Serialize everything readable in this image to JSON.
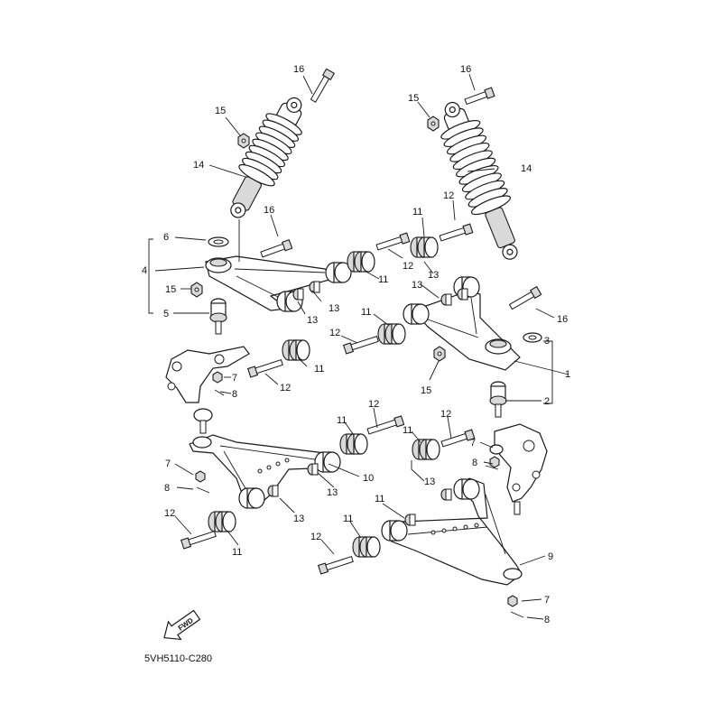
{
  "diagram_code": "5VH5110-C280",
  "fwd_label": "FWD",
  "callouts": [
    {
      "id": "c16a",
      "text": "16"
    },
    {
      "id": "c15a",
      "text": "15"
    },
    {
      "id": "c14a",
      "text": "14"
    },
    {
      "id": "c16b",
      "text": "16"
    },
    {
      "id": "c15b",
      "text": "15"
    },
    {
      "id": "c14b",
      "text": "14"
    },
    {
      "id": "c16c",
      "text": "16"
    },
    {
      "id": "c6",
      "text": "6"
    },
    {
      "id": "c4",
      "text": "4"
    },
    {
      "id": "c15c",
      "text": "15"
    },
    {
      "id": "c5",
      "text": "5"
    },
    {
      "id": "c11a",
      "text": "11"
    },
    {
      "id": "c12a",
      "text": "12"
    },
    {
      "id": "c12b",
      "text": "12"
    },
    {
      "id": "c11b",
      "text": "11"
    },
    {
      "id": "c13a",
      "text": "13"
    },
    {
      "id": "c13b",
      "text": "13"
    },
    {
      "id": "c13c",
      "text": "13"
    },
    {
      "id": "c11c",
      "text": "11"
    },
    {
      "id": "c13d",
      "text": "13"
    },
    {
      "id": "c16d",
      "text": "16"
    },
    {
      "id": "c11d",
      "text": "11"
    },
    {
      "id": "c12c",
      "text": "12"
    },
    {
      "id": "c3",
      "text": "3"
    },
    {
      "id": "c1",
      "text": "1"
    },
    {
      "id": "c11e",
      "text": "11"
    },
    {
      "id": "c12d",
      "text": "12"
    },
    {
      "id": "c7a",
      "text": "7"
    },
    {
      "id": "c8a",
      "text": "8"
    },
    {
      "id": "c15d",
      "text": "15"
    },
    {
      "id": "c2",
      "text": "2"
    },
    {
      "id": "c12e",
      "text": "12"
    },
    {
      "id": "c11f",
      "text": "11"
    },
    {
      "id": "c12f",
      "text": "12"
    },
    {
      "id": "c11g",
      "text": "11"
    },
    {
      "id": "c7b",
      "text": "7"
    },
    {
      "id": "c7c",
      "text": "7"
    },
    {
      "id": "c8b",
      "text": "8"
    },
    {
      "id": "c10",
      "text": "10"
    },
    {
      "id": "c8c",
      "text": "8"
    },
    {
      "id": "c13e",
      "text": "13"
    },
    {
      "id": "c13f",
      "text": "13"
    },
    {
      "id": "c13g",
      "text": "13"
    },
    {
      "id": "c12g",
      "text": "12"
    },
    {
      "id": "c11h",
      "text": "11"
    },
    {
      "id": "c11i",
      "text": "11"
    },
    {
      "id": "c12h",
      "text": "12"
    },
    {
      "id": "c9",
      "text": "9"
    },
    {
      "id": "c7d",
      "text": "7"
    },
    {
      "id": "c8d",
      "text": "8"
    }
  ]
}
